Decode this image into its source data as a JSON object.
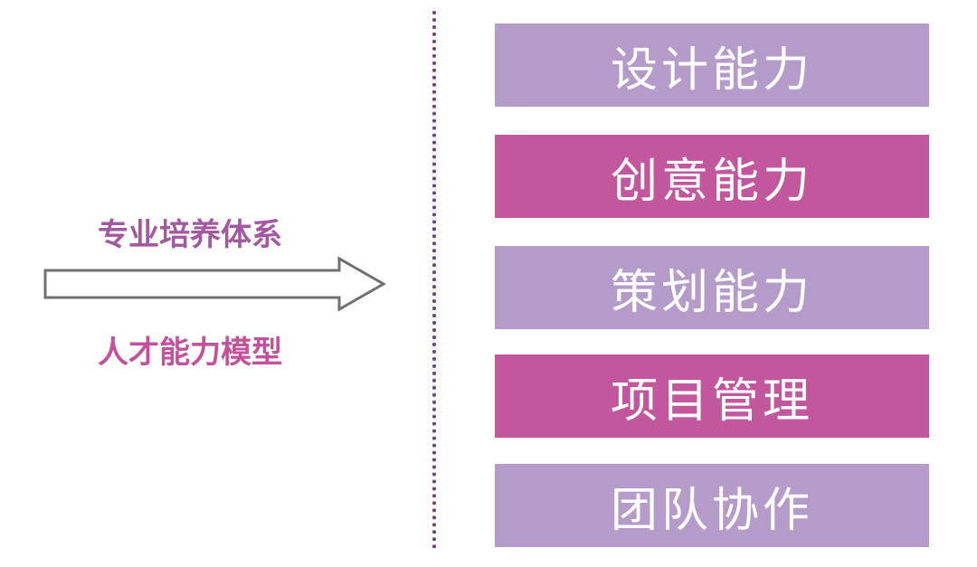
{
  "left": {
    "top_label": "专业培养体系",
    "bottom_label": "人才能力模型"
  },
  "colors": {
    "light": "#b49bc9",
    "dark": "#c2579e"
  },
  "boxes": [
    {
      "label": "设计能力",
      "tone": "light"
    },
    {
      "label": "创意能力",
      "tone": "dark"
    },
    {
      "label": "策划能力",
      "tone": "light"
    },
    {
      "label": "项目管理",
      "tone": "dark"
    },
    {
      "label": "团队协作",
      "tone": "light"
    }
  ]
}
